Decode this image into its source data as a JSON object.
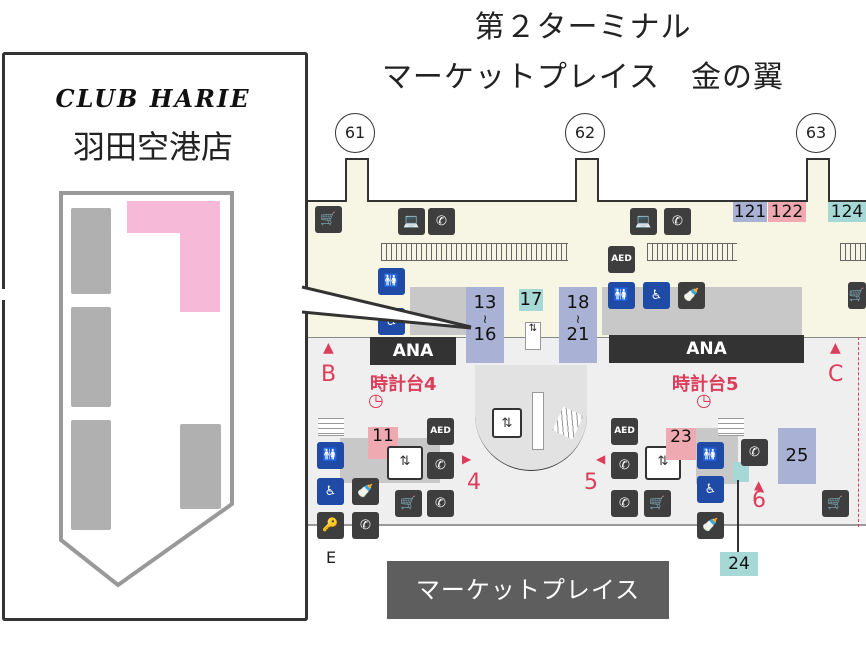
{
  "header": {
    "terminal": "第２ターミナル",
    "area": "マーケットプレイス　金の翼"
  },
  "callout": {
    "store_logo": "CLUB HARIE",
    "store_branch": "羽田空港店",
    "colors": {
      "highlight": "#f7b9d8",
      "blocks": "#b0b0b0",
      "outline": "#999999"
    }
  },
  "gates": [
    {
      "label": "61"
    },
    {
      "label": "62"
    },
    {
      "label": "63"
    }
  ],
  "shops_top": [
    {
      "label": "121",
      "color": "#a9b1d4"
    },
    {
      "label": "122",
      "color": "#eeaab0"
    },
    {
      "label": "124",
      "color": "#a6d9d6"
    }
  ],
  "shops_center": {
    "range_a_from": "13",
    "range_a_sep": "≀",
    "range_a_to": "16",
    "shop_17": "17",
    "range_b_from": "18",
    "range_b_sep": "≀",
    "range_b_to": "21"
  },
  "counters": {
    "ana_left": "ANA",
    "ana_right": "ANA"
  },
  "clock_towers": {
    "left": "時計台4",
    "right": "時計台5"
  },
  "exits": {
    "b": "B",
    "c": "C",
    "e": "E",
    "gate4": "4",
    "gate5": "5",
    "gate6": "6"
  },
  "shops_bottom": {
    "s11": "11",
    "s23": "23",
    "s24": "24",
    "s25": "25"
  },
  "icons": {
    "phone": "✆",
    "pc": "💻",
    "cart": "🛒",
    "restroom": "🚻",
    "wheelchair": "♿",
    "baby": "🍼",
    "aed": "AED",
    "elevator": "⇅",
    "locker": "🔑",
    "clock": "◷",
    "arrow_up": "▲",
    "arrow_right": "▶",
    "arrow_left": "◀"
  },
  "footer": {
    "button": "マーケットプレイス"
  }
}
